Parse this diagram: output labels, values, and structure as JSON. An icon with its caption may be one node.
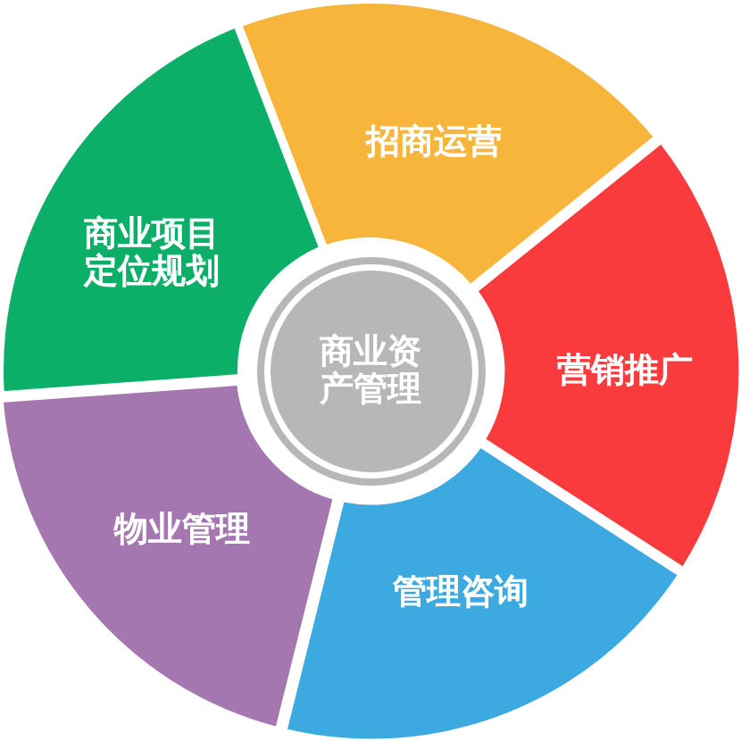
{
  "diagram": {
    "nodes": [
      {
        "text": [
          "商业资产管理"
        ]
      },
      {
        "text": [
          "招商运营"
        ]
      },
      {
        "text": [
          "营销推广"
        ]
      },
      {
        "text": [
          "管理咨询"
        ]
      },
      {
        "text": [
          "物业管理"
        ]
      },
      {
        "text": [
          "商业项目定位规划"
        ]
      }
    ]
  }
}
